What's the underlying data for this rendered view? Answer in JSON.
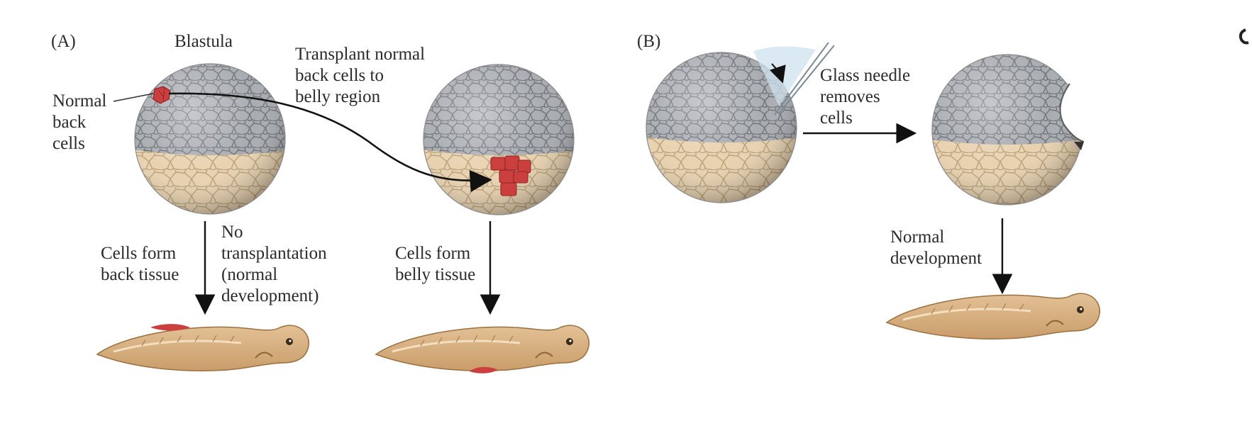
{
  "panel_a": {
    "label": "(A)",
    "blastula_label": "Blastula",
    "normal_back_cells": [
      "Normal",
      "back",
      "cells"
    ],
    "transplant_text": [
      "Transplant normal",
      "back cells to",
      "belly region"
    ],
    "cells_form_back": [
      "Cells form",
      "back tissue"
    ],
    "no_transplant": [
      "No",
      "transplantation",
      "(normal",
      "development)"
    ],
    "cells_form_belly": [
      "Cells form",
      "belly tissue"
    ]
  },
  "panel_b": {
    "label": "(B)",
    "needle_text": [
      "Glass needle",
      "removes",
      "cells"
    ],
    "normal_development": [
      "Normal",
      "development"
    ]
  },
  "colors": {
    "animal_pole": "#a9acb1",
    "vegetal_pole": "#e8d2b0",
    "marked_cells": "#cc3f3f",
    "tadpole": "#d9b487",
    "arrow": "#111111"
  }
}
